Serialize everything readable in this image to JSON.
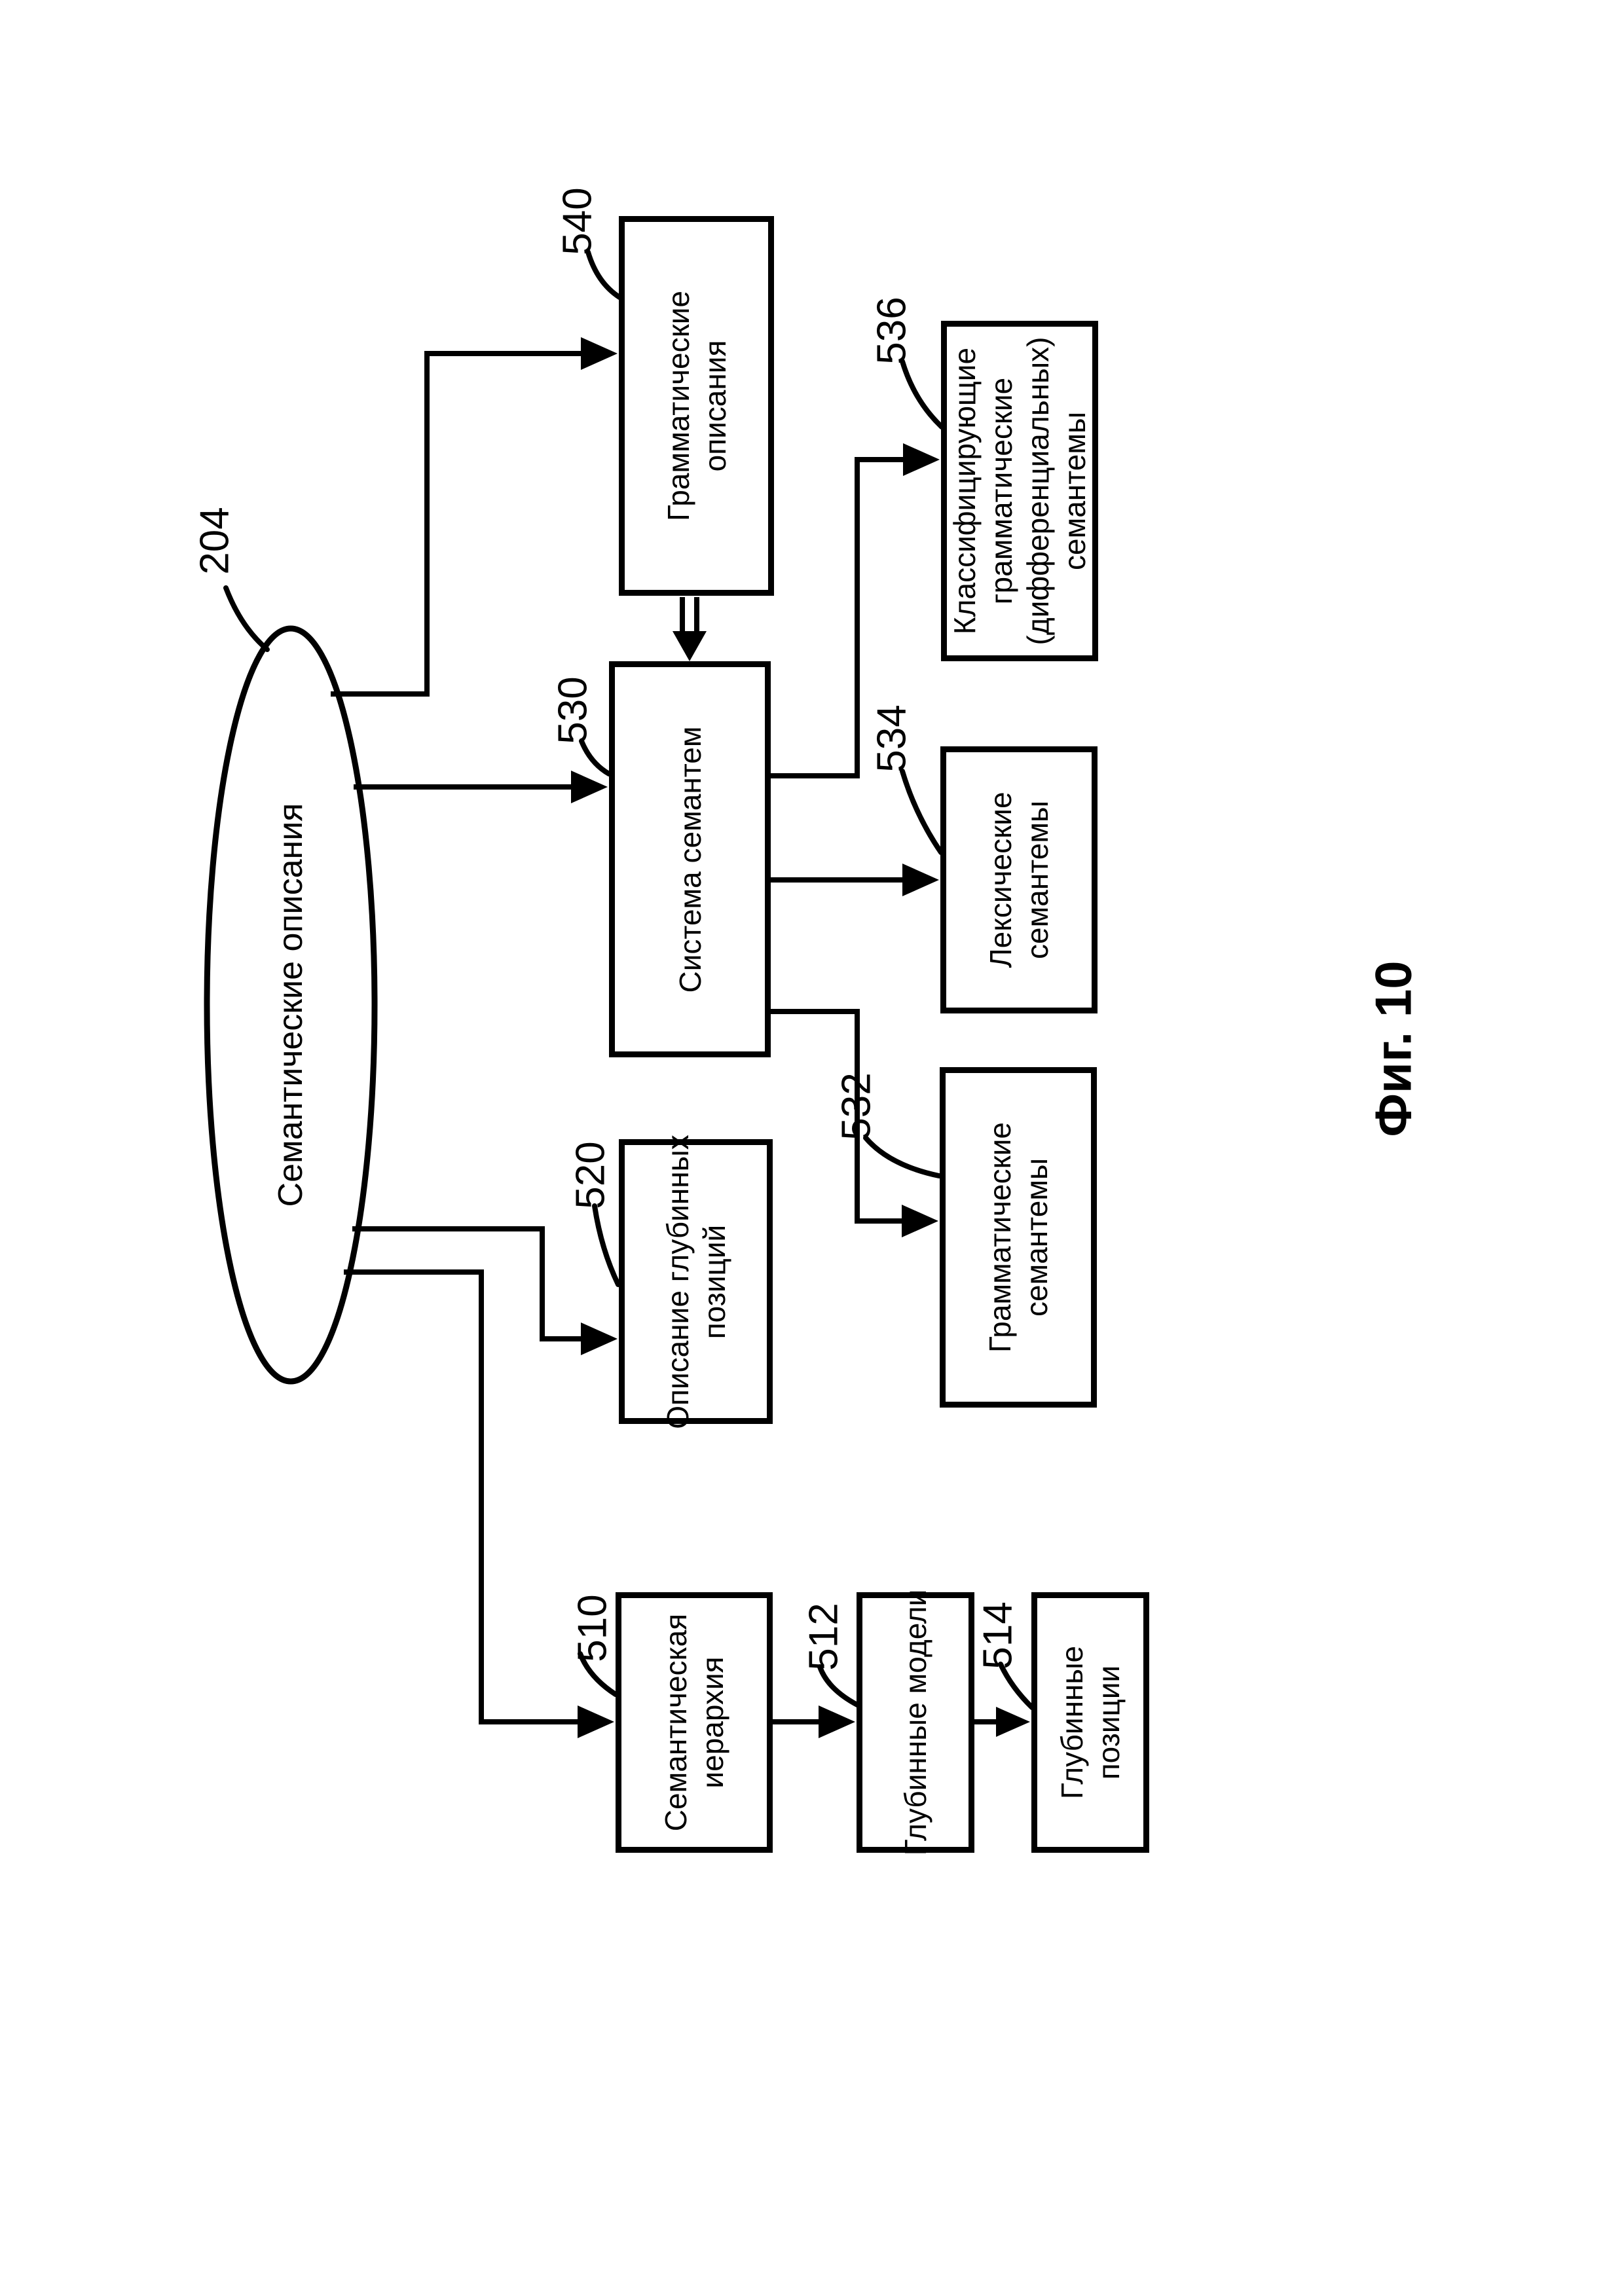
{
  "figure": {
    "caption": "Фиг. 10"
  },
  "ellipse": {
    "ref": "204",
    "label": "Семантические описания"
  },
  "boxes": {
    "b540": {
      "ref": "540",
      "label": "Грамматические\nописания"
    },
    "b530": {
      "ref": "530",
      "label": "Система семантем"
    },
    "b536": {
      "ref": "536",
      "label": "Классифицирующие\nграмматические\n(дифференциальных)\nсемантемы"
    },
    "b534": {
      "ref": "534",
      "label": "Лексические\nсемантемы"
    },
    "b532": {
      "ref": "532",
      "label": "Грамматические\nсемантемы"
    },
    "b520": {
      "ref": "520",
      "label": "Описание глубинных\nпозиций"
    },
    "b510": {
      "ref": "510",
      "label": "Семантическая\nиерархия"
    },
    "b512": {
      "ref": "512",
      "label": "Глубинные модели"
    },
    "b514": {
      "ref": "514",
      "label": "Глубинные позиции"
    }
  },
  "colors": {
    "ink": "#000000",
    "paper": "#ffffff"
  }
}
